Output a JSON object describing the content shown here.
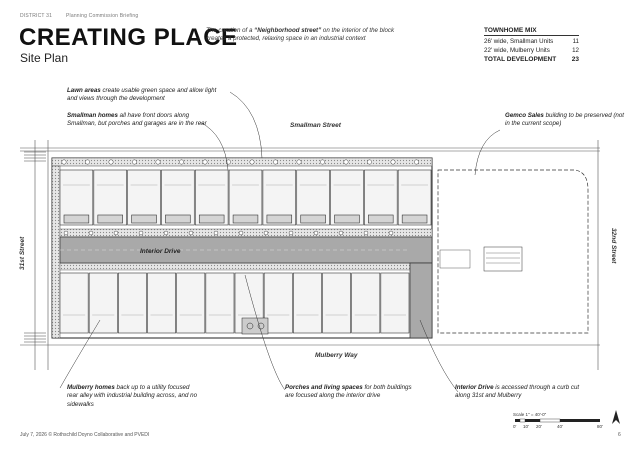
{
  "header": {
    "district": "DISTRICT 31",
    "section": "Planning Commission Briefing",
    "title": "CREATING PLACE",
    "subtitle": "Site Plan",
    "intro_pre": "The creation of a ",
    "intro_bold": "“Neighborhood street”",
    "intro_post": " on the interior of the block creates a protected, relaxing space in an industrial context"
  },
  "townhome_mix": {
    "heading": "TOWNHOME MIX",
    "rows": [
      {
        "label": "26' wide, Smallman Units",
        "value": "11"
      },
      {
        "label": "22' wide, Mulberry Units",
        "value": "12"
      }
    ],
    "total_label": "TOTAL DEVELOPMENT",
    "total_value": "23"
  },
  "notes": {
    "lawn_bold": "Lawn areas",
    "lawn_text": " create usable green space and allow light and views through the development",
    "smallman_bold": "Smallman homes",
    "smallman_text": " all have front doors along Smallman, but porches and garages are in the rear",
    "gemco_bold": "Gemco Sales",
    "gemco_text": " building to be preserved (not in the current scope)",
    "mulberry_bold": "Mulberry homes",
    "mulberry_text": " back up to a utility focused rear alley with industrial building across, and no sidewalks",
    "porches_bold": "Porches and living spaces",
    "porches_text": " for both buildings are focused along the interior drive",
    "drive_bold": "Interior Drive",
    "drive_text": " is accessed through a curb cut along 31st and Mulberry"
  },
  "streets": {
    "smallman": "Smallman Street",
    "st31": "31st Street",
    "st32": "32nd Street",
    "interior": "Interior Drive",
    "mulberry": "Mulberry Way"
  },
  "scale": {
    "label": "Scale 1\" = 40'-0\"",
    "ticks": [
      "0'",
      "10'",
      "20'",
      "40'",
      "80'"
    ]
  },
  "footer": {
    "credit": "July 7, 2026 © Rothschild Doyno Collaborative and PVEDI",
    "page": "6"
  },
  "colors": {
    "drive": "#a9a9a9",
    "lawn": "#d4d4d4",
    "line": "#333333"
  }
}
